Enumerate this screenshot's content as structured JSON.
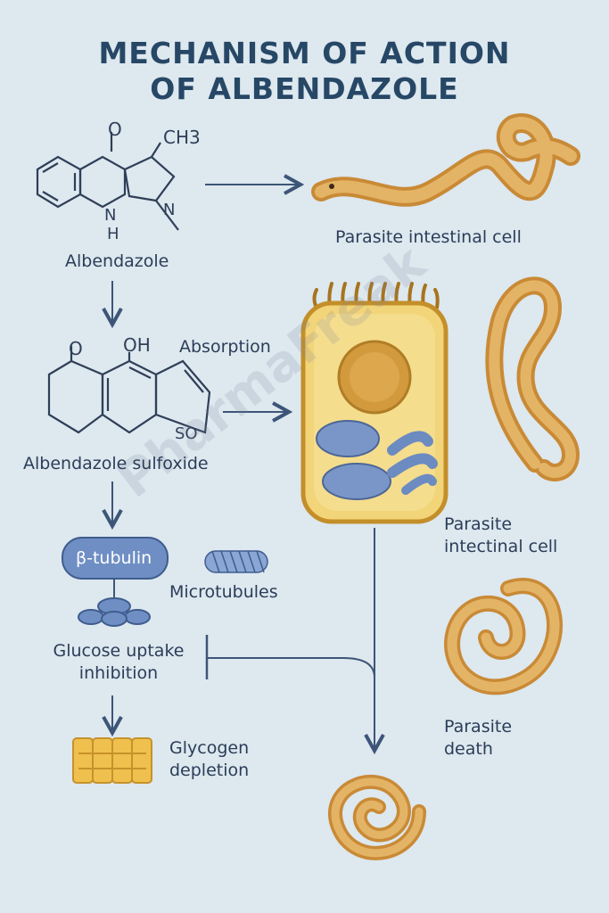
{
  "title_line1": "MECHANISM OF ACTION",
  "title_line2": "OF ALBENDAZOLE",
  "molecule_label_CH3": "CH3",
  "molecule_label_O": "O",
  "molecule_label_NH_N": "N",
  "molecule_label_NH_H": "H",
  "molecule_label_N": "N",
  "molecule2_O": "O",
  "molecule2_OH": "OH",
  "molecule2_SO": "SO",
  "albendazole": "Albendazole",
  "absorption": "Absorption",
  "albendazole_sulfoxide": "Albendazole sulfoxide",
  "beta_tubulin": "β-tubulin",
  "microtubules": "Microtubules",
  "glucose_uptake": "Glucose uptake\ninhibition",
  "glycogen_depletion": "Glycogen\ndepletion",
  "parasite_intestinal_cell_top": "Parasite intestinal cell",
  "parasite_intectinal_cell": "Parasite\nintectinal cell",
  "parasite_death": "Parasite\ndeath",
  "watermark": "PharmaFreak"
}
